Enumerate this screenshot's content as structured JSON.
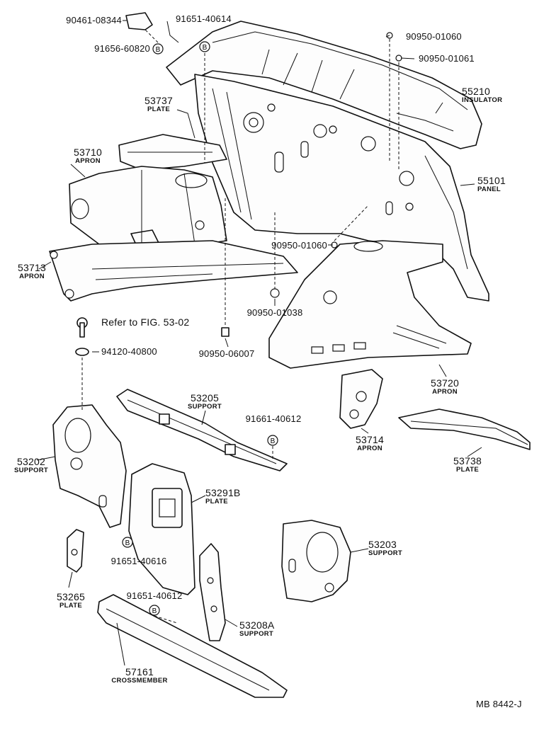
{
  "diagram": {
    "reference_text": "Refer to FIG. 53-02",
    "footer_code": "MB  8442-J",
    "callout_letter": "B",
    "callouts": [
      {
        "id": "c90461_08344",
        "part": "90461-08344",
        "name": ""
      },
      {
        "id": "c91656_60820",
        "part": "91656-60820",
        "name": ""
      },
      {
        "id": "c91651_40614",
        "part": "91651-40614",
        "name": ""
      },
      {
        "id": "c90950_01060_top",
        "part": "90950-01060",
        "name": ""
      },
      {
        "id": "c90950_01061",
        "part": "90950-01061",
        "name": ""
      },
      {
        "id": "c53737",
        "part": "53737",
        "name": "PLATE"
      },
      {
        "id": "c55210",
        "part": "55210",
        "name": "INSULATOR"
      },
      {
        "id": "c53710",
        "part": "53710",
        "name": "APRON"
      },
      {
        "id": "c55101",
        "part": "55101",
        "name": "PANEL"
      },
      {
        "id": "c53713",
        "part": "53713",
        "name": "APRON"
      },
      {
        "id": "c90950_01060_mid",
        "part": "90950-01060",
        "name": ""
      },
      {
        "id": "c90950_01038",
        "part": "90950-01038",
        "name": ""
      },
      {
        "id": "c90950_06007",
        "part": "90950-06007",
        "name": ""
      },
      {
        "id": "c94120_40800",
        "part": "94120-40800",
        "name": ""
      },
      {
        "id": "c53720",
        "part": "53720",
        "name": "APRON"
      },
      {
        "id": "c53205",
        "part": "53205",
        "name": "SUPPORT"
      },
      {
        "id": "c91661_40612",
        "part": "91661-40612",
        "name": ""
      },
      {
        "id": "c53714",
        "part": "53714",
        "name": "APRON"
      },
      {
        "id": "c53738",
        "part": "53738",
        "name": "PLATE"
      },
      {
        "id": "c53202",
        "part": "53202",
        "name": "SUPPORT"
      },
      {
        "id": "c53291B",
        "part": "53291B",
        "name": "PLATE"
      },
      {
        "id": "c91651_40616",
        "part": "91651-40616",
        "name": ""
      },
      {
        "id": "c53203",
        "part": "53203",
        "name": "SUPPORT"
      },
      {
        "id": "c53265",
        "part": "53265",
        "name": "PLATE"
      },
      {
        "id": "c91651_40612",
        "part": "91651-40612",
        "name": ""
      },
      {
        "id": "c53208A",
        "part": "53208A",
        "name": "SUPPORT"
      },
      {
        "id": "c57161",
        "part": "57161",
        "name": "CROSSMEMBER"
      }
    ]
  }
}
